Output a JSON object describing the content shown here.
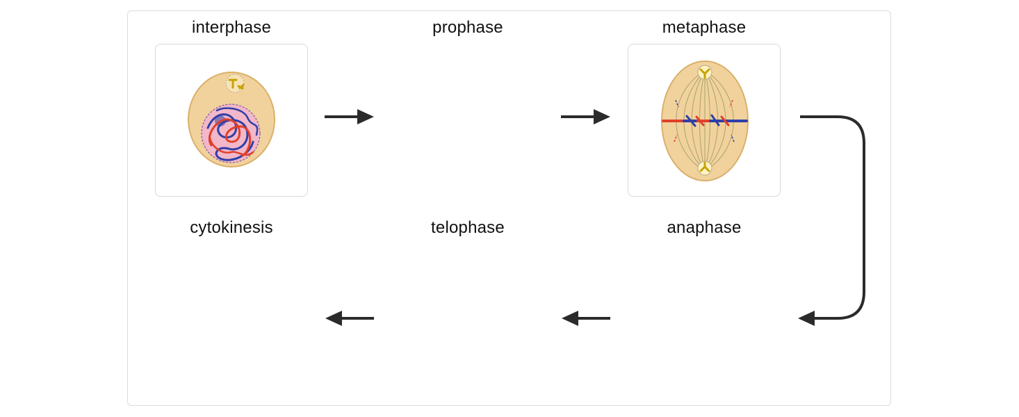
{
  "colors": {
    "arrow": "#2b2b2b",
    "cytoplasm": "#f1d29d",
    "membrane": "#d9b06a",
    "nucleus": "#f2b7c9",
    "chromatid_red": "#e0402a",
    "chromatid_blue": "#2f3fa8",
    "centrosome": "#c9a100",
    "spindle": "#a9a26a"
  },
  "stages": [
    {
      "id": "interphase",
      "label": "interphase",
      "has_image": true
    },
    {
      "id": "prophase",
      "label": "prophase",
      "has_image": false
    },
    {
      "id": "metaphase",
      "label": "metaphase",
      "has_image": true
    },
    {
      "id": "anaphase",
      "label": "anaphase",
      "has_image": false
    },
    {
      "id": "telophase",
      "label": "telophase",
      "has_image": false
    },
    {
      "id": "cytokinesis",
      "label": "cytokinesis",
      "has_image": false
    }
  ]
}
